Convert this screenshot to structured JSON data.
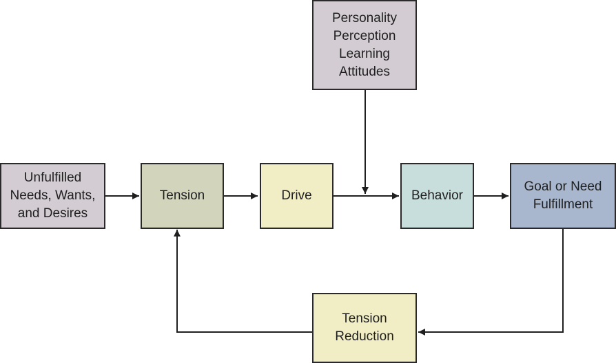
{
  "diagram": {
    "nodes": {
      "factors": {
        "label": "Personality\nPerception\nLearning\nAttitudes",
        "color": "#d3cdd3"
      },
      "unfulfilled": {
        "label": "Unfulfilled\nNeeds, Wants,\nand Desires",
        "color": "#d3cdd3"
      },
      "tension": {
        "label": "Tension",
        "color": "#d2d5bc"
      },
      "drive": {
        "label": "Drive",
        "color": "#f1edc4"
      },
      "behavior": {
        "label": "Behavior",
        "color": "#c8dedc"
      },
      "goal": {
        "label": "Goal or Need\nFulfillment",
        "color": "#a8b7cd"
      },
      "reduction": {
        "label": "Tension\nReduction",
        "color": "#f1edc4"
      }
    },
    "edges": [
      {
        "from": "unfulfilled",
        "to": "tension"
      },
      {
        "from": "tension",
        "to": "drive"
      },
      {
        "from": "drive",
        "to": "behavior"
      },
      {
        "from": "factors",
        "to": "drive-behavior-connector"
      },
      {
        "from": "behavior",
        "to": "goal"
      },
      {
        "from": "goal",
        "to": "reduction"
      },
      {
        "from": "reduction",
        "to": "tension"
      }
    ]
  }
}
